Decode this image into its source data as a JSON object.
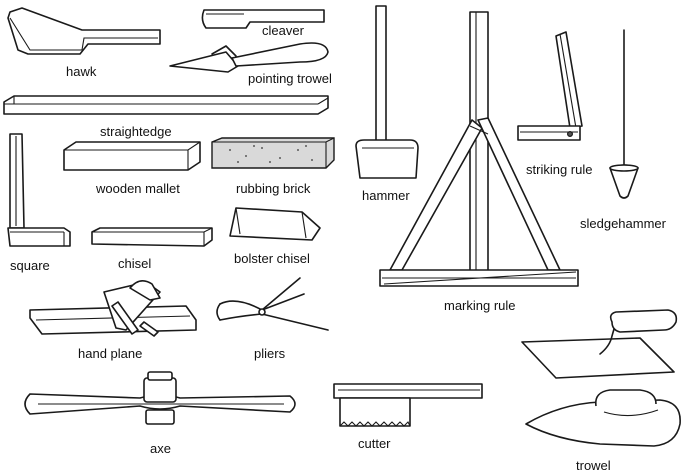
{
  "labels": {
    "hawk": "hawk",
    "cleaver": "cleaver",
    "pointing_trowel": "pointing trowel",
    "straightedge": "straightedge",
    "wooden_mallet": "wooden mallet",
    "rubbing_brick": "rubbing brick",
    "square": "square",
    "chisel": "chisel",
    "bolster_chisel": "bolster chisel",
    "hand_plane": "hand plane",
    "pliers": "pliers",
    "axe": "axe",
    "hammer": "hammer",
    "marking_rule": "marking rule",
    "striking_rule": "striking rule",
    "sledgehammer": "sledgehammer",
    "cutter": "cutter",
    "trowel": "trowel"
  }
}
